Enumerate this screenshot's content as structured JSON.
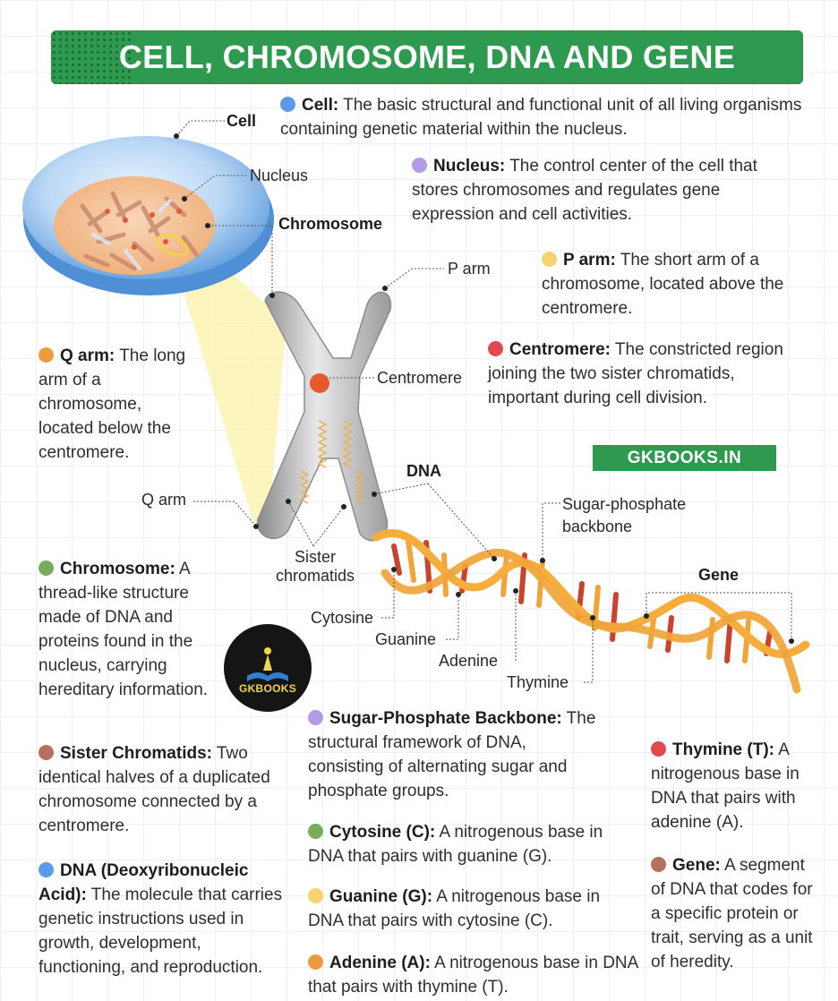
{
  "title": "CELL, CHROMOSOME, DNA AND GENE",
  "watermark": "GKBOOKS.IN",
  "logo_text": "GKBOOKS",
  "colors": {
    "banner": "#2e9a4f",
    "blue": "#5b9ae6",
    "purple": "#b29ae6",
    "yellow": "#f5d36e",
    "red": "#e04a4e",
    "orange": "#ee9a3f",
    "green": "#77ad5c",
    "brown": "#b8705e",
    "dna_orange": "#f0a43a",
    "dna_red": "#c9442d"
  },
  "diagram_labels": {
    "cell": "Cell",
    "nucleus": "Nucleus",
    "chromosome": "Chromosome",
    "p_arm": "P arm",
    "centromere": "Centromere",
    "q_arm": "Q arm",
    "dna": "DNA",
    "sister_chromatids": [
      "Sister",
      "chromatids"
    ],
    "sugar_phosphate_backbone": [
      "Sugar-phosphate",
      "backbone"
    ],
    "gene": "Gene",
    "cytosine": "Cytosine",
    "guanine": "Guanine",
    "adenine": "Adenine",
    "thymine": "Thymine"
  },
  "definitions": {
    "cell": {
      "term": "Cell:",
      "text": "The basic structural and functional unit of all living organisms containing genetic material within the nucleus."
    },
    "nucleus": {
      "term": "Nucleus:",
      "text": "The control center of the cell that stores chromosomes and regulates gene expression and cell activities."
    },
    "p_arm": {
      "term": "P arm:",
      "text": "The short arm of a chromosome, located above the centromere."
    },
    "centromere": {
      "term": "Centromere:",
      "text": "The constricted region joining the two sister chromatids, important during cell division."
    },
    "q_arm": {
      "term": "Q arm:",
      "text": "The long arm of a chromosome, located below the centromere."
    },
    "chromosome": {
      "term": "Chromosome:",
      "text": "A thread-like structure made of DNA and proteins found in the nucleus, carrying hereditary information."
    },
    "sister_chromatids": {
      "term": "Sister Chromatids:",
      "text": "Two identical halves of a duplicated chromosome connected by a centromere."
    },
    "dna": {
      "term": "DNA (Deoxyribonucleic Acid):",
      "text": "The molecule that carries genetic instructions used in growth, development, functioning, and reproduction."
    },
    "sugar_phosphate": {
      "term": "Sugar-Phosphate Backbone:",
      "text": "The structural framework of DNA, consisting of alternating sugar and phosphate groups."
    },
    "cytosine": {
      "term": "Cytosine (C):",
      "text": "A nitrogenous base in DNA that pairs with guanine (G)."
    },
    "guanine": {
      "term": "Guanine (G):",
      "text": "A nitrogenous base in DNA that pairs with cytosine (C)."
    },
    "adenine": {
      "term": "Adenine (A):",
      "text": "A nitrogenous base in DNA that pairs with thymine (T)."
    },
    "thymine": {
      "term": "Thymine (T):",
      "text": "A nitrogenous base in DNA that pairs with adenine (A)."
    },
    "gene": {
      "term": "Gene:",
      "text": "A segment of DNA that codes for a specific protein or trait, serving as a unit of heredity."
    }
  }
}
